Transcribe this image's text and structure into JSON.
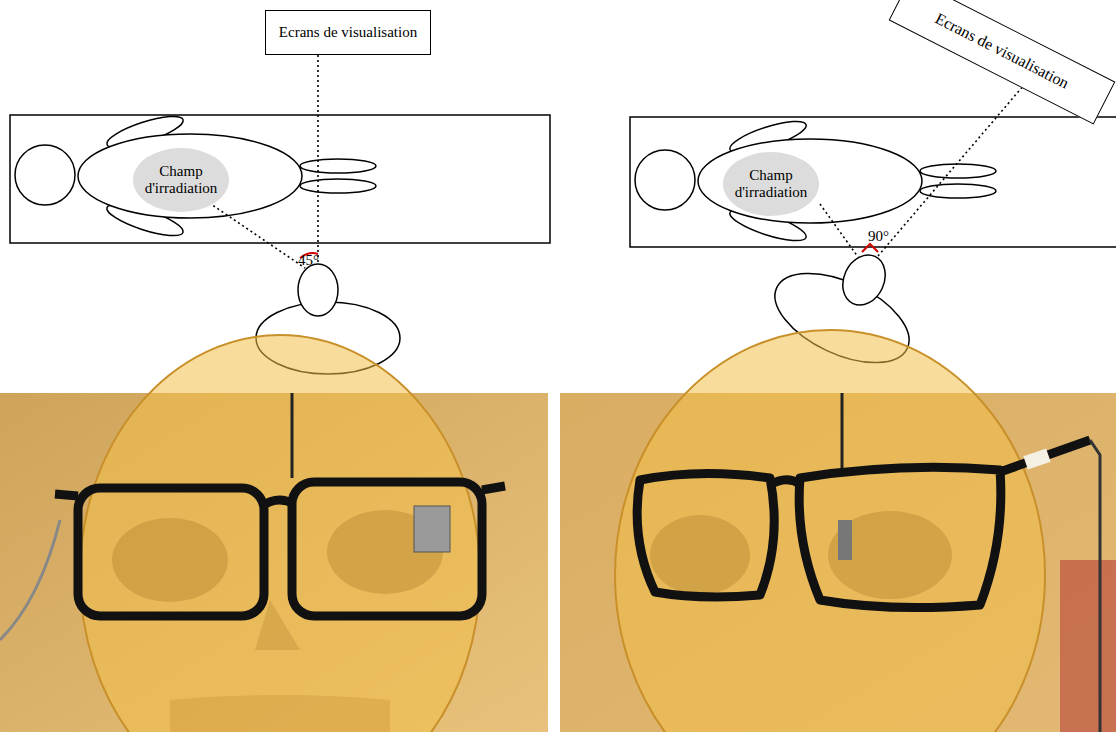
{
  "diagram": {
    "nodes": [
      {
        "text": [
          "Ecrans de visualisation"
        ]
      },
      {
        "text": [
          "Champ d'irradiation"
        ]
      },
      {
        "text": [
          "Ecrans de visualisation"
        ]
      },
      {
        "text": [
          "Champ d'irradiation"
        ]
      }
    ],
    "labels": [
      "45°",
      "90°"
    ]
  }
}
